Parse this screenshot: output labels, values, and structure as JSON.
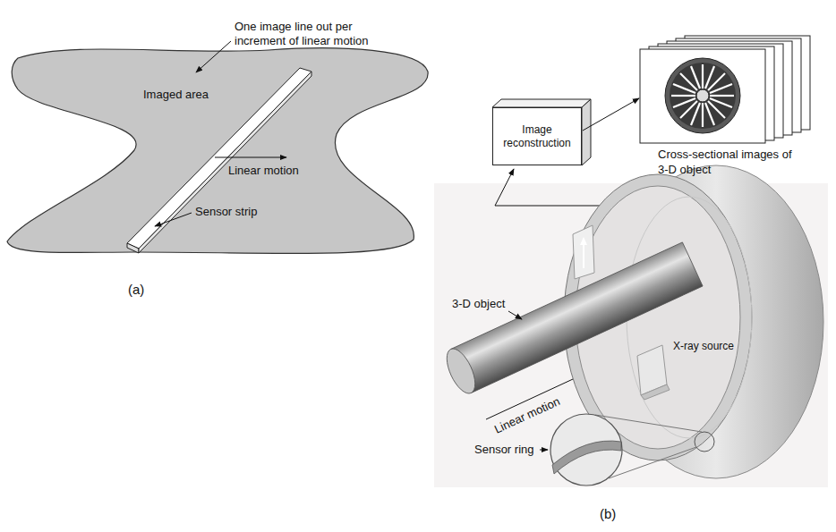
{
  "diagram": {
    "nodes": [
      {
        "text": [
          "Image reconstruction"
        ]
      },
      {
        "text": [
          "Cross-sectional images of 3-D object"
        ]
      }
    ],
    "edges": [
      {
        "from": 0,
        "to": 1,
        "arrow": "to"
      }
    ],
    "labels": [
      "One image line out per increment of linear motion",
      "Imaged area",
      "Linear motion",
      "Sensor strip",
      "(a)",
      "3-D object",
      "X-ray source",
      "Linear motion",
      "Sensor ring",
      "(b)"
    ]
  }
}
